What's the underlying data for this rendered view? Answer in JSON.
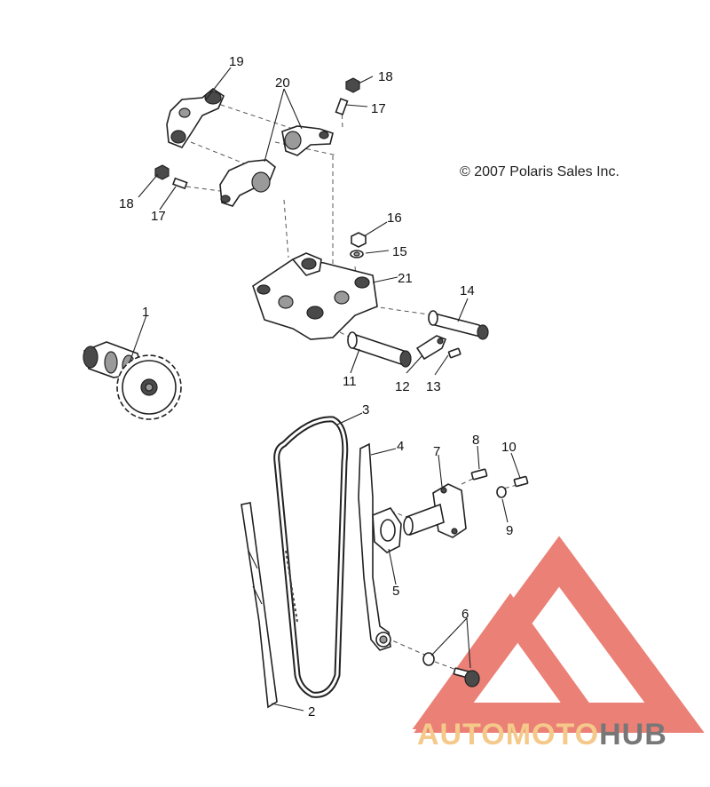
{
  "copyright": "© 2007 Polaris Sales Inc.",
  "watermark": {
    "part1": "AUTO",
    "part2": "MOTO",
    "part3": "HUB",
    "color_light": "#f4c98a",
    "color_dark": "#777777",
    "logo_color": "#e86a5f"
  },
  "callouts": {
    "c1": "1",
    "c2": "2",
    "c3": "3",
    "c4": "4",
    "c5": "5",
    "c6": "6",
    "c7": "7",
    "c8": "8",
    "c9": "9",
    "c10": "10",
    "c11": "11",
    "c12": "12",
    "c13": "13",
    "c14": "14",
    "c15": "15",
    "c16": "16",
    "c17a": "17",
    "c17b": "17",
    "c18a": "18",
    "c18b": "18",
    "c19": "19",
    "c20": "20",
    "c21": "21"
  }
}
